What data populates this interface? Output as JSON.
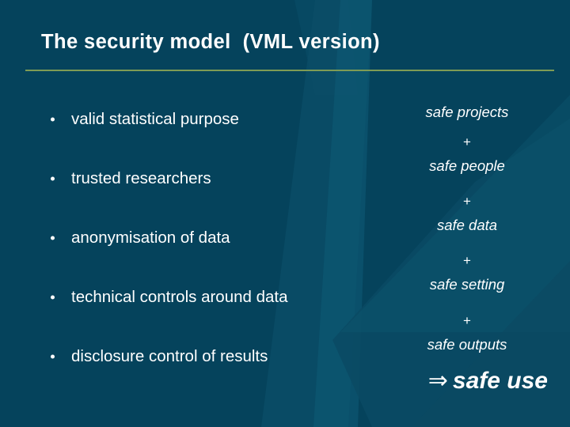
{
  "slide": {
    "title": "The security model  (VML version)",
    "background_color": "#05435c",
    "rule_color": "#7e9b55",
    "text_color": "#ffffff",
    "decor_band_color": "#0d506c",
    "decor_band_color_light": "#116079"
  },
  "bullets": [
    {
      "marker": "•",
      "label": "valid statistical purpose"
    },
    {
      "marker": "•",
      "label": "trusted researchers"
    },
    {
      "marker": "•",
      "label": "anonymisation of data"
    },
    {
      "marker": "•",
      "label": "technical controls around data"
    },
    {
      "marker": "•",
      "label": "disclosure control of results"
    }
  ],
  "safe_column": {
    "terms": [
      "safe projects",
      "safe people",
      "safe data",
      "safe setting",
      "safe outputs"
    ],
    "operators": [
      "+",
      "+",
      "+",
      "+"
    ]
  },
  "conclusion": {
    "arrow": "⇒",
    "label": "safe use"
  }
}
